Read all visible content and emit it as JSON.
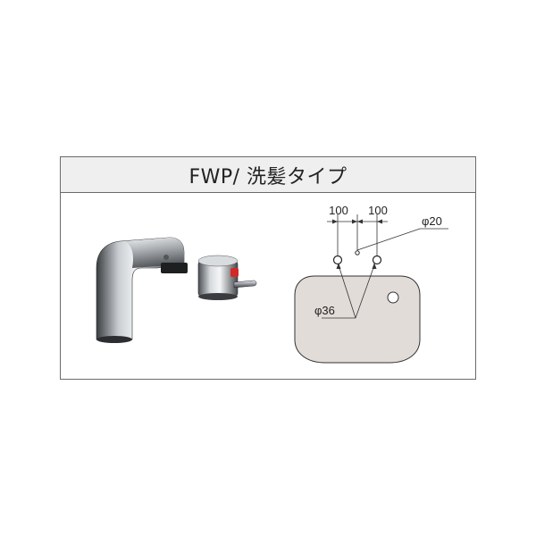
{
  "panel": {
    "title": "FWP/ 洗髪タイプ"
  },
  "diagram": {
    "dim_left": "100",
    "dim_right": "100",
    "small_hole": "φ20",
    "large_holes": "φ36"
  },
  "colors": {
    "border": "#6a6a6a",
    "header_bg": "#efefef",
    "basin_fill": "#e2dcd9",
    "chrome": "#9a9ea2",
    "handle_red": "#d22828"
  }
}
